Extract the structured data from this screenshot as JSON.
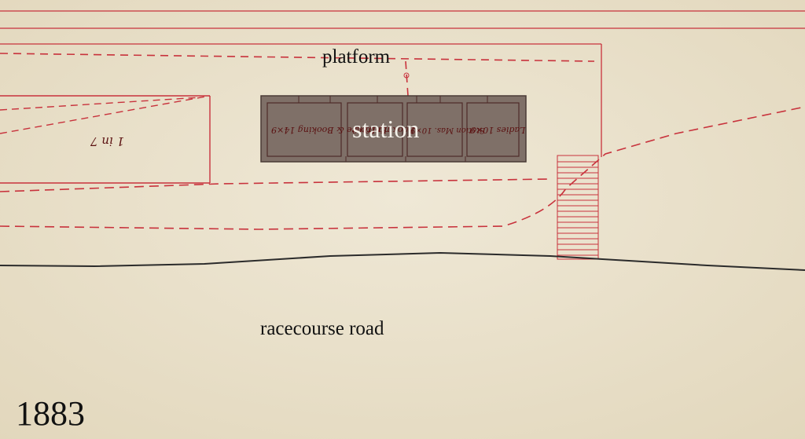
{
  "labels": {
    "platform": "platform",
    "station": "station",
    "road": "racecourse road",
    "year": "1883"
  },
  "handwriting": {
    "left_note": "1 in 7",
    "room_1": "Entrance & Booking 14×9",
    "room_2": "Booking 10×9",
    "room_3": "Station Mas. 10×9",
    "room_4": "Ladies 10×9"
  },
  "colors": {
    "paper": "#ece4cf",
    "ink_red": "#c8323c",
    "road_line": "#2b2b2b",
    "station_fill": "#7f7068",
    "station_label": "#f4f1ea"
  }
}
